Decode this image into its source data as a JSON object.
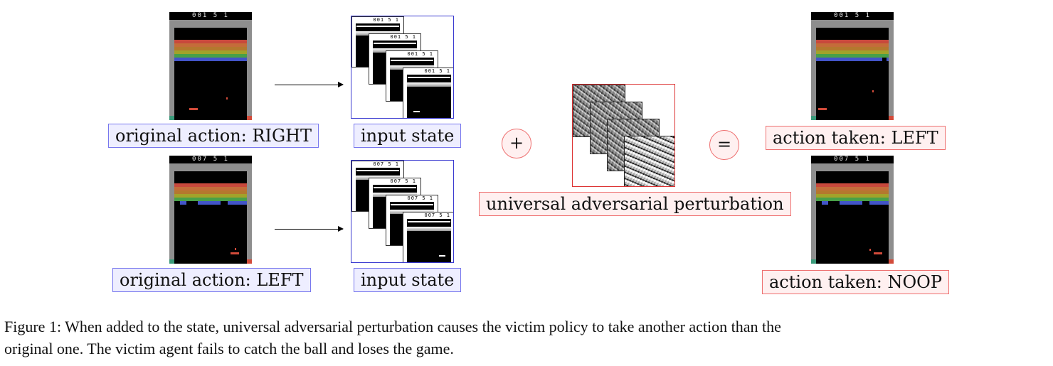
{
  "scores": {
    "top_left": "001 5 1",
    "bottom_left": "007 5 1",
    "top_right": "001 5 1",
    "bottom_right": "007 5 1",
    "stack_top": "001 5 1",
    "stack_bottom": "007 5 1"
  },
  "labels": {
    "original_top": "original action: RIGHT",
    "original_bottom": "original action: LEFT",
    "input_top": "input state",
    "input_bottom": "input state",
    "perturbation": "universal adversarial perturbation",
    "taken_top": "action taken: LEFT",
    "taken_bottom": "action taken: NOOP"
  },
  "operators": {
    "plus": "+",
    "equals": "="
  },
  "caption": {
    "line1": "Figure 1: When added to the state, universal adversarial perturbation causes the victim policy to take another action than the",
    "line2": "original one. The victim agent fails to catch the ball and loses the game."
  },
  "colors": {
    "blue_border": "#7777ee",
    "red_border": "#ee7070",
    "brick_rows": [
      "#c8483c",
      "#c46c3a",
      "#b4782e",
      "#a2a22a",
      "#48a048",
      "#4254c8"
    ]
  },
  "icons": {
    "arrow": "right-arrow-icon"
  }
}
